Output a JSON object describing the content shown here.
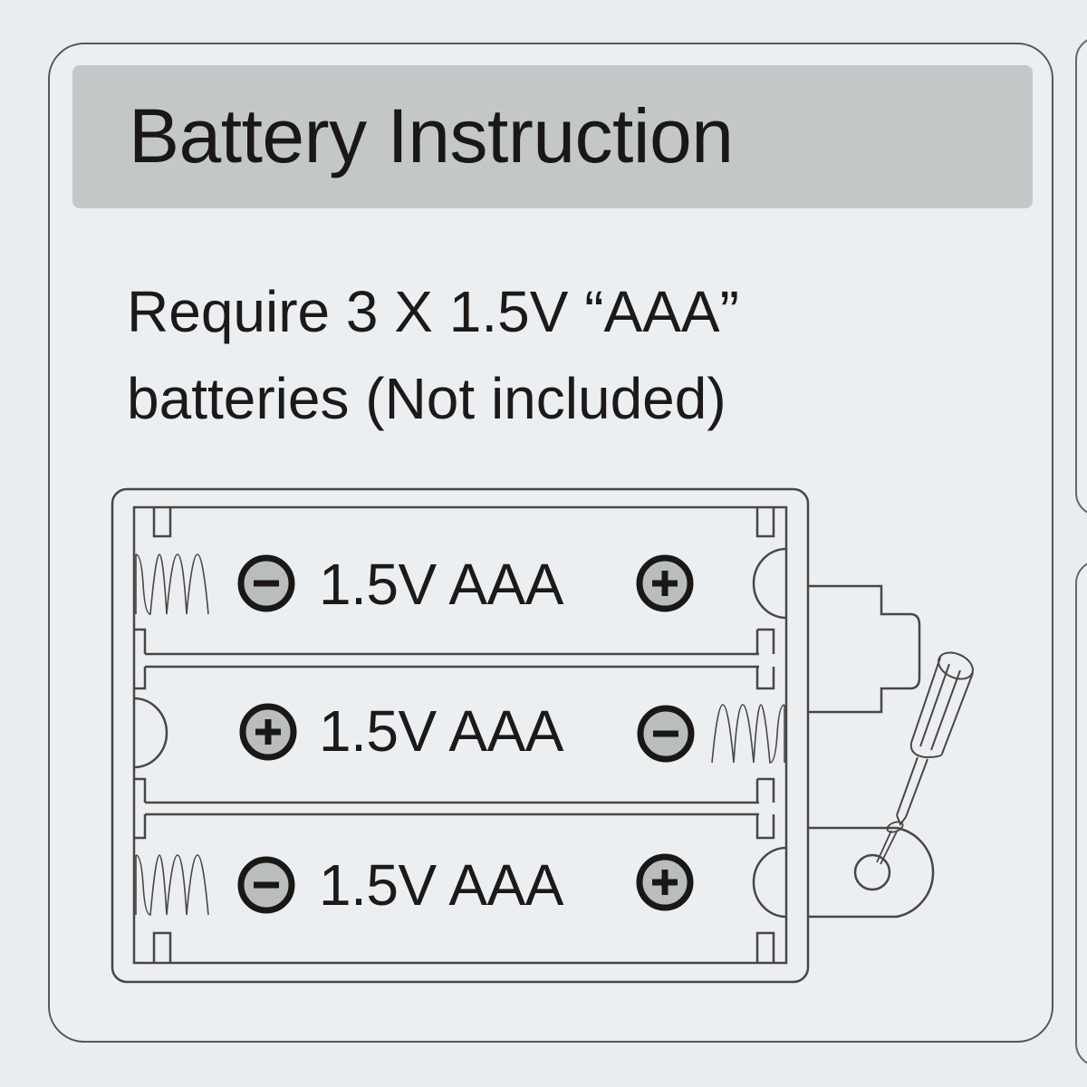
{
  "panel": {
    "title": "Battery Instruction",
    "requirement_line1": "Require 3 X 1.5V “AAA”",
    "requirement_line2": "batteries (Not included)"
  },
  "battery_compartment": {
    "cells": [
      {
        "label": "1.5V AAA",
        "left_terminal": "negative",
        "right_terminal": "positive",
        "spring_side": "left"
      },
      {
        "label": "1.5V AAA",
        "left_terminal": "positive",
        "right_terminal": "negative",
        "spring_side": "right"
      },
      {
        "label": "1.5V AAA",
        "left_terminal": "negative",
        "right_terminal": "positive",
        "spring_side": "left"
      }
    ],
    "tool": "screwdriver-icon",
    "fastener": "screw-icon"
  },
  "colors": {
    "background": "#e9edef",
    "title_bar": "#c4c7c8",
    "line": "#4a4644",
    "text": "#1c1a18",
    "terminal_fill": "#b9bdbe"
  }
}
